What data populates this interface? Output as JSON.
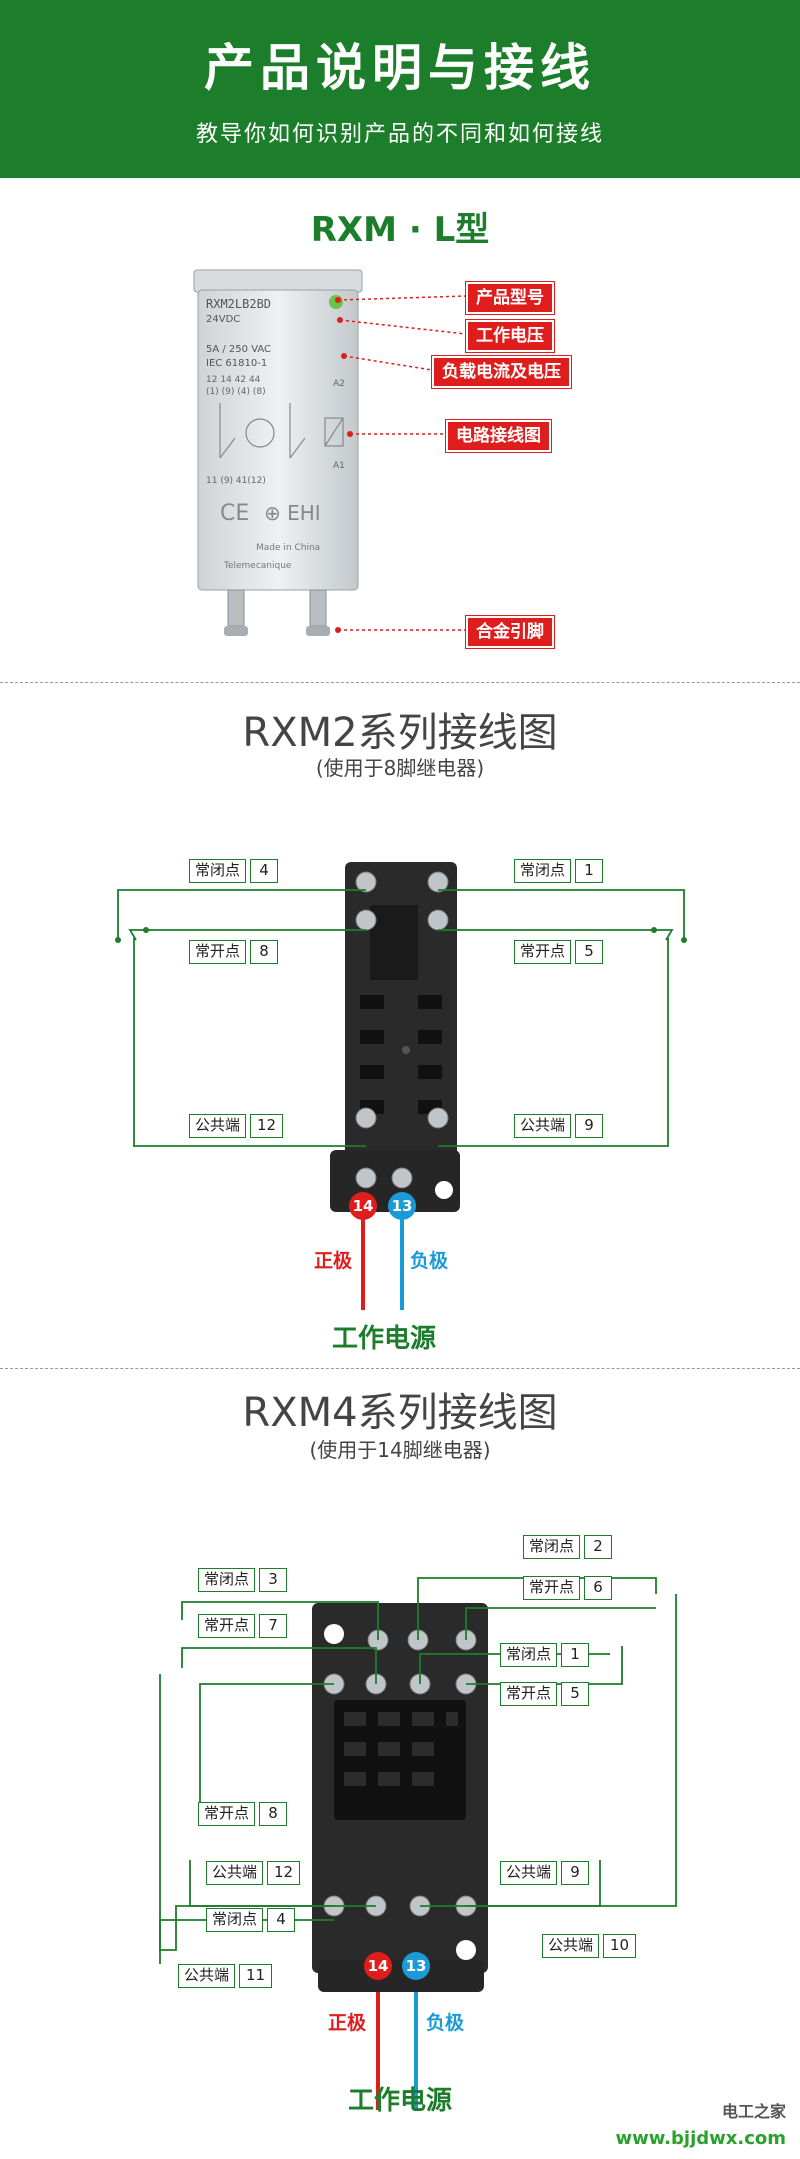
{
  "header": {
    "title": "产品说明与接线",
    "subtitle": "教导你如何识别产品的不同和如何接线"
  },
  "section1": {
    "title": "RXM · L型",
    "photo_text": [
      "RXM2LB2BD",
      "24VDC",
      "5A / 250 VAC",
      "IEC 61810-1",
      "12 14   42 44",
      "(1) (9)   (4) (8)",
      "A2",
      "A1",
      "11 (9)   41(12)",
      "Made in China",
      "Telemecanique"
    ],
    "tags": [
      "产品型号",
      "工作电压",
      "负载电流及电压",
      "电路接线图",
      "合金引脚"
    ]
  },
  "section2": {
    "title": "RXM2系列接线图",
    "subtitle": "(使用于8脚继电器)",
    "labels": [
      {
        "name": "常闭点",
        "num": "4"
      },
      {
        "name": "常开点",
        "num": "8"
      },
      {
        "name": "公共端",
        "num": "12"
      },
      {
        "name": "常闭点",
        "num": "1"
      },
      {
        "name": "常开点",
        "num": "5"
      },
      {
        "name": "公共端",
        "num": "9"
      }
    ],
    "pin_pos": "14",
    "pin_neg": "13",
    "pol_pos": "正极",
    "pol_neg": "负极",
    "power": "工作电源"
  },
  "section3": {
    "title": "RXM4系列接线图",
    "subtitle": "(使用于14脚继电器)",
    "labels": [
      {
        "name": "常闭点",
        "num": "2"
      },
      {
        "name": "常闭点",
        "num": "3"
      },
      {
        "name": "常开点",
        "num": "6"
      },
      {
        "name": "常开点",
        "num": "7"
      },
      {
        "name": "常闭点",
        "num": "1"
      },
      {
        "name": "常开点",
        "num": "5"
      },
      {
        "name": "常开点",
        "num": "8"
      },
      {
        "name": "公共端",
        "num": "12"
      },
      {
        "name": "公共端",
        "num": "9"
      },
      {
        "name": "常闭点",
        "num": "4"
      },
      {
        "name": "公共端",
        "num": "10"
      },
      {
        "name": "公共端",
        "num": "11"
      }
    ],
    "pin_pos": "14",
    "pin_neg": "13",
    "pol_pos": "正极",
    "pol_neg": "负极",
    "power": "工作电源"
  },
  "watermark": {
    "line1": "电工之家",
    "line2": "www.bjjdwx.com"
  },
  "colors": {
    "brand_green": "#1c7d2b",
    "tag_red": "#e01d1d",
    "pin_blue": "#1a9bd7"
  }
}
